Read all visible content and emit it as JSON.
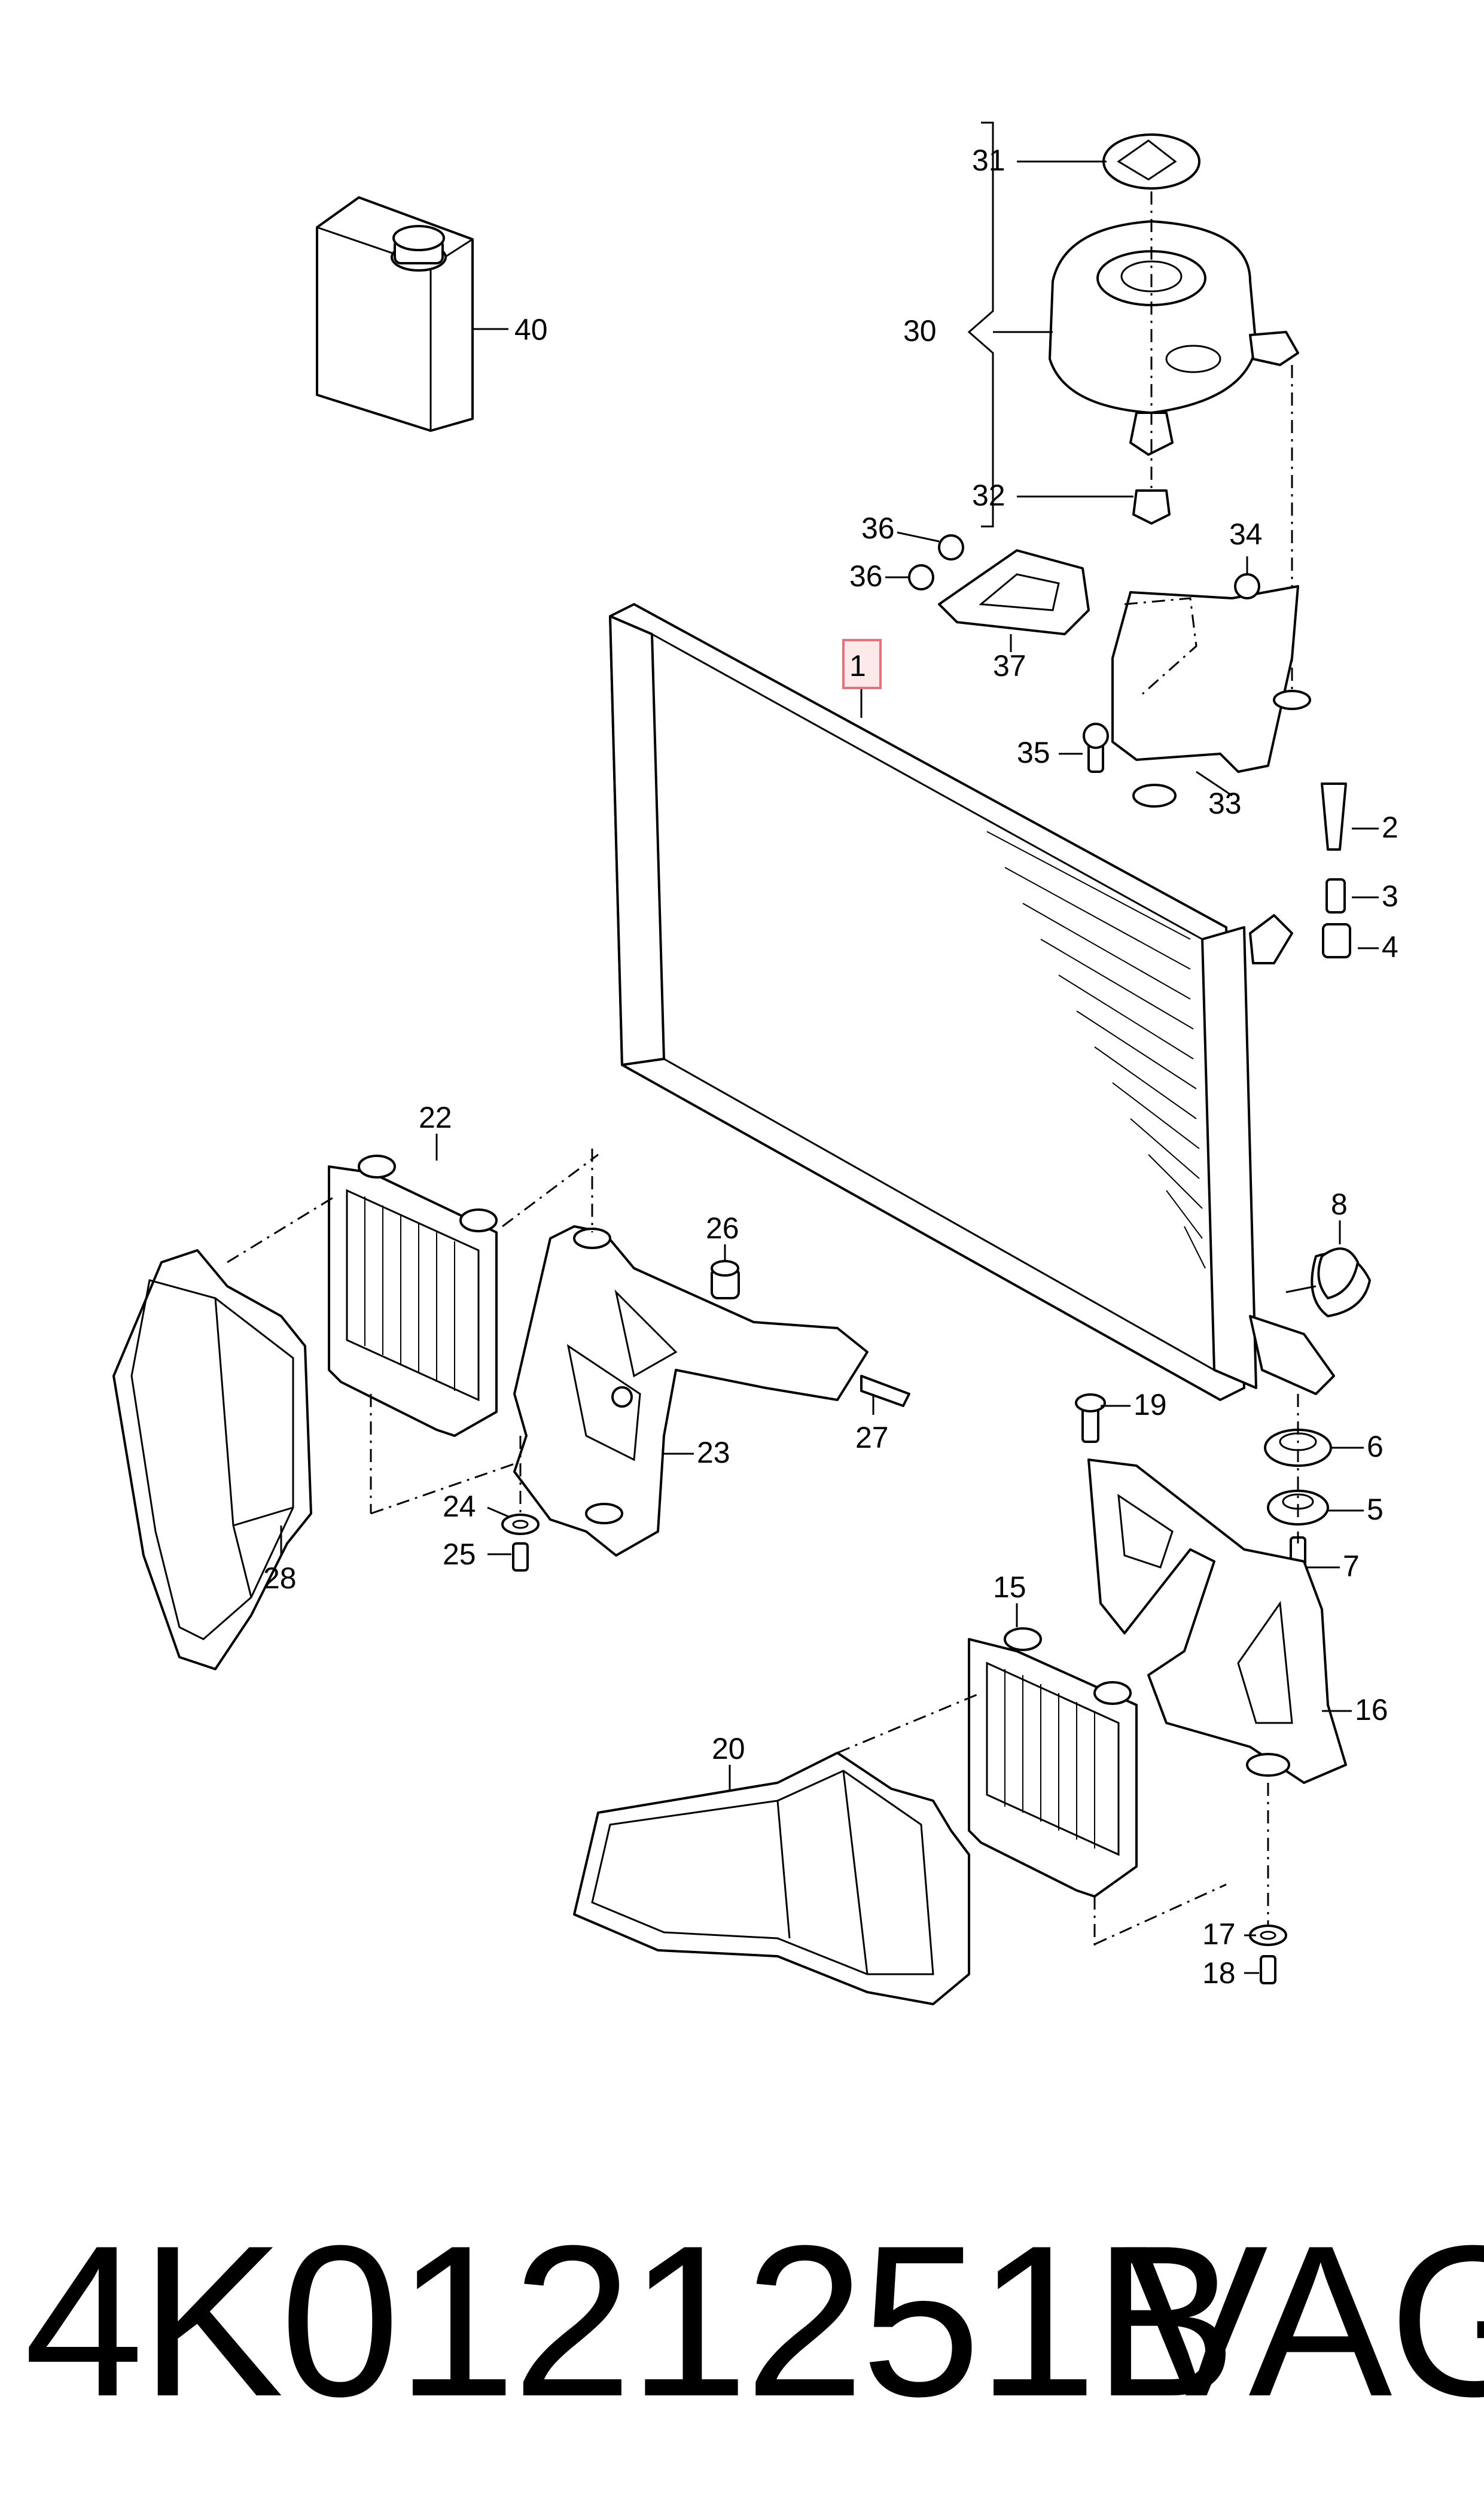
{
  "callouts": {
    "p1": "1",
    "p2": "2",
    "p3": "3",
    "p4": "4",
    "p5": "5",
    "p6": "6",
    "p7": "7",
    "p8": "8",
    "p15": "15",
    "p16": "16",
    "p17": "17",
    "p18": "18",
    "p19": "19",
    "p20": "20",
    "p22": "22",
    "p23": "23",
    "p24": "24",
    "p25": "25",
    "p26": "26",
    "p27": "27",
    "p28": "28",
    "p30": "30",
    "p31": "31",
    "p32": "32",
    "p33": "33",
    "p34": "34",
    "p35": "35",
    "p36a": "36",
    "p36b": "36",
    "p37": "37",
    "p40": "40"
  },
  "footer": {
    "part_number": "4K0121251B",
    "brand": "VAG"
  },
  "colors": {
    "line": "#000000",
    "highlight_box": "#e8707a",
    "background": "#ffffff"
  }
}
